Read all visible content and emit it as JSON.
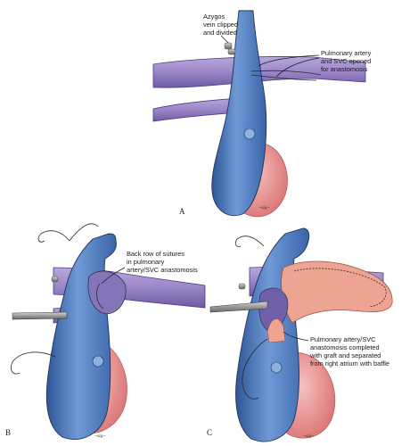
{
  "panels": [
    {
      "letter": "A",
      "annotations": [
        [
          "Azygos",
          "vein clipped",
          "and divided"
        ],
        [
          "Pulmonary artery",
          "and SVC opened",
          "for anastomosis"
        ]
      ]
    },
    {
      "letter": "B",
      "annotations": [
        [
          "Back row of sutures",
          "in pulmonary",
          "artery/SVC anastomosis"
        ]
      ]
    },
    {
      "letter": "C",
      "annotations": [
        [
          "Pulmonary artery/SVC",
          "anastomosis completed",
          "with graft and separated",
          "from right atrium with baffle"
        ]
      ]
    }
  ],
  "colors": {
    "heart_blue": "#4f7fc0",
    "heart_blue_dark": "#2f5596",
    "pulmonary_purple": "#9a86c6",
    "ventricle_pink": "#e88f8f",
    "graft_salmon": "#eda493"
  }
}
